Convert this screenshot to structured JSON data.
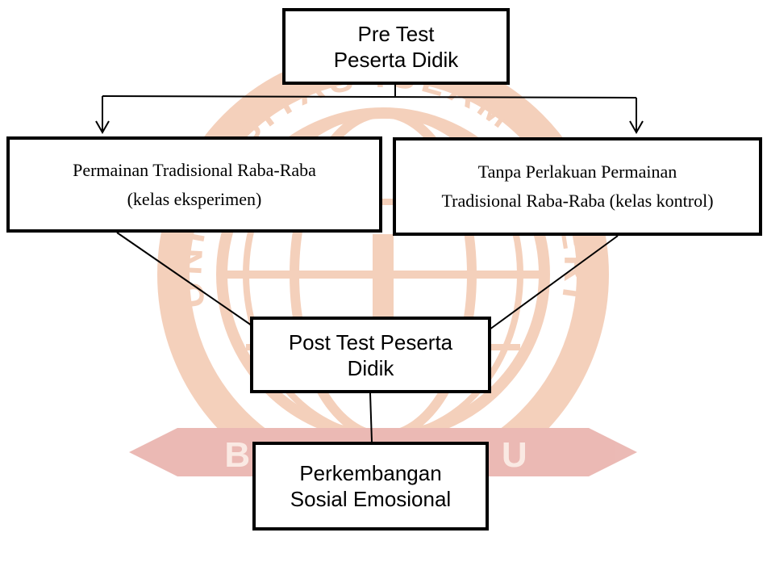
{
  "diagram": {
    "pre_test": {
      "line1": "Pre Test",
      "line2": "Peserta Didik"
    },
    "eksperimen": {
      "line1": "Permainan Tradisional Raba-Raba",
      "line2": "(kelas eksperimen)"
    },
    "kontrol": {
      "line1": "Tanpa Perlakuan Permainan",
      "line2": "Tradisional Raba-Raba (kelas kontrol)"
    },
    "post_test": {
      "line1": "Post Test Peserta",
      "line2": "Didik"
    },
    "perkembangan": {
      "line1": "Perkembangan",
      "line2": "Sosial Emosional"
    }
  },
  "watermark": {
    "ring_text": "UNIVERSITAS ISLAM NEGERI FATMAWATI SUKARNO",
    "banner_text": "BENGKULU",
    "color": "#d8743c",
    "banner_color": "#c73a2a"
  }
}
